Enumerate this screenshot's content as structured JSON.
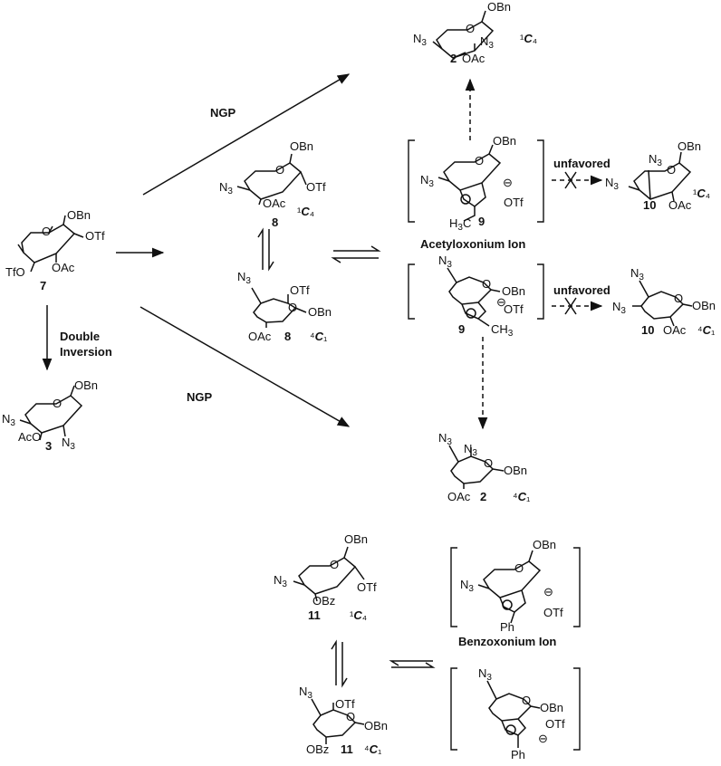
{
  "labels": {
    "ngp_top": "NGP",
    "ngp_bottom": "NGP",
    "double_inversion_1": "Double",
    "double_inversion_2": "Inversion",
    "unfavored_top": "unfavored",
    "unfavored_bottom": "unfavored",
    "acetyloxonium_ion": "Acetyloxonium Ion",
    "benzoxonium_ion": "Benzoxonium Ion"
  },
  "compounds": {
    "c7": {
      "number": "7",
      "groups": [
        "OBn",
        "OTf",
        "OAc",
        "TfO"
      ]
    },
    "c8_1c4": {
      "number": "8",
      "conformation": "1C4",
      "groups": [
        "OBn",
        "N3",
        "OAc",
        "OTf"
      ]
    },
    "c8_4c1": {
      "number": "8",
      "conformation": "4C1",
      "groups": [
        "N3",
        "OTf",
        "OBn",
        "OAc"
      ]
    },
    "c3": {
      "number": "3",
      "groups": [
        "OBn",
        "N3",
        "AcO",
        "N3"
      ]
    },
    "c2_1c4": {
      "number": "2",
      "conformation": "1C4",
      "groups": [
        "OBn",
        "N3",
        "N3",
        "OAc"
      ]
    },
    "c9_top": {
      "number": "9",
      "groups": [
        "OBn",
        "N3",
        "OTf",
        "H3C"
      ]
    },
    "c10_1c4": {
      "number": "10",
      "conformation": "1C4",
      "groups": [
        "OBn",
        "N3",
        "N3",
        "OAc"
      ]
    },
    "c9_bottom": {
      "number": "9",
      "groups": [
        "N3",
        "OBn",
        "OTf",
        "CH3"
      ]
    },
    "c10_4c1": {
      "number": "10",
      "conformation": "4C1",
      "groups": [
        "N3",
        "N3",
        "OBn",
        "OAc"
      ]
    },
    "c2_4c1": {
      "number": "2",
      "conformation": "4C1",
      "groups": [
        "N3",
        "N3",
        "OBn",
        "OAc"
      ]
    },
    "c11_1c4": {
      "number": "11",
      "conformation": "1C4",
      "groups": [
        "OBn",
        "N3",
        "OTf",
        "OBz"
      ]
    },
    "c11_4c1": {
      "number": "11",
      "conformation": "4C1",
      "groups": [
        "N3",
        "OTf",
        "OBn",
        "OBz"
      ]
    },
    "benz_top": {
      "groups": [
        "OBn",
        "N3",
        "OTf",
        "Ph"
      ]
    },
    "benz_bottom": {
      "groups": [
        "N3",
        "OBn",
        "OTf",
        "Ph"
      ]
    }
  }
}
